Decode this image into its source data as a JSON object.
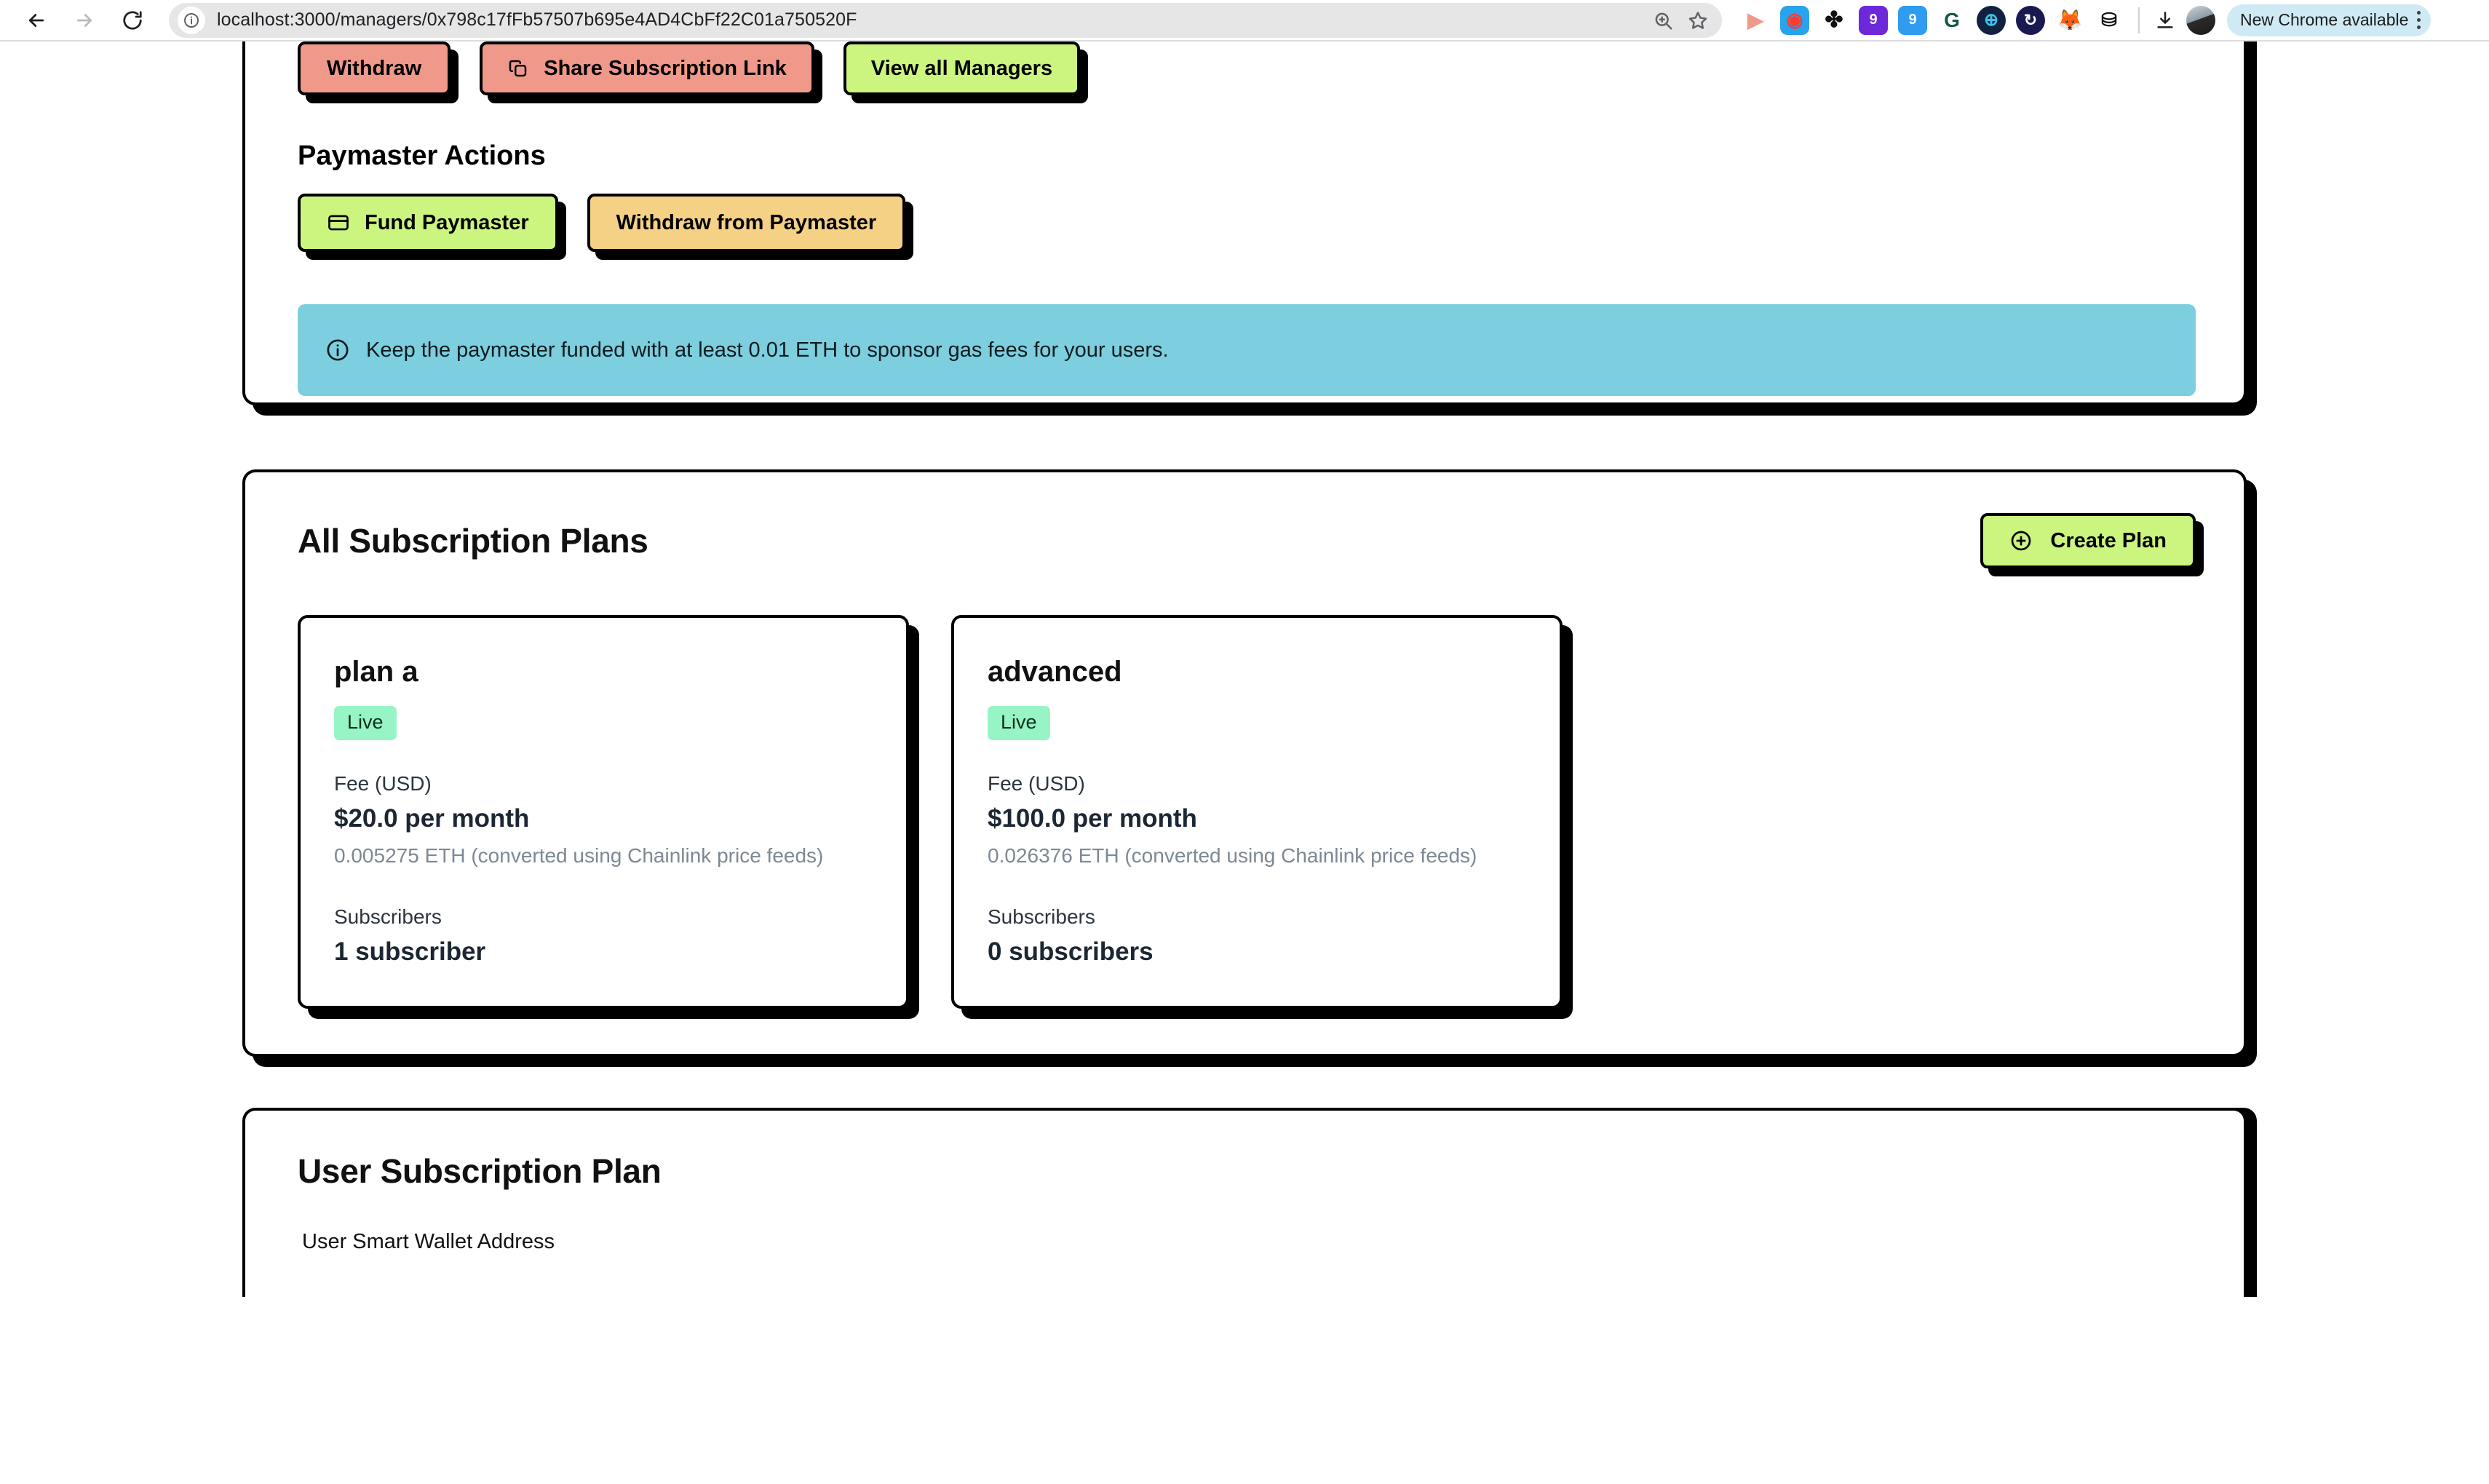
{
  "browser": {
    "back_icon": "back-arrow-icon",
    "forward_icon": "forward-arrow-icon",
    "reload_icon": "reload-icon",
    "site_info_icon": "site-info-icon",
    "url_scheme": "localhost:3000",
    "url_path": "/managers/0x798c17fFb57507b695e4AD4CbFf22C01a750520F",
    "url_full": "localhost:3000/managers/0x798c17fFb57507b695e4AD4CbFf22C01a750520F",
    "zoom_icon": "zoom-search-icon",
    "bookmark_icon": "bookmark-star-icon",
    "update_pill": "New Chrome available",
    "menu_icon": "kebab-menu-icon",
    "extensions": [
      {
        "name": "extension-icon-1",
        "glyph": "▶",
        "bg": "#ffffff",
        "fg": "#F0998B"
      },
      {
        "name": "extension-icon-2",
        "glyph": "◉",
        "bg": "#29A3EB",
        "fg": "#ffffff"
      },
      {
        "name": "extension-icon-3",
        "glyph": "✸",
        "bg": "#ffffff",
        "fg": "#111111"
      },
      {
        "name": "extension-icon-4",
        "glyph": "9",
        "bg": "#6D28D9",
        "fg": "#ffffff"
      },
      {
        "name": "extension-icon-5",
        "glyph": "9",
        "bg": "#2F9CF0",
        "fg": "#ffffff"
      },
      {
        "name": "extension-icon-grammarly",
        "glyph": "G",
        "bg": "#ffffff",
        "fg": "#15594A"
      },
      {
        "name": "extension-icon-7",
        "glyph": "⊕",
        "bg": "#10223F",
        "fg": "#39C6F0"
      },
      {
        "name": "extension-icon-8",
        "glyph": "↻",
        "bg": "#1B1A50",
        "fg": "#ffffff"
      },
      {
        "name": "extension-icon-metamask",
        "glyph": "◆",
        "bg": "#ffffff",
        "fg": "#E2761B"
      },
      {
        "name": "extension-icon-10",
        "glyph": "⚿",
        "bg": "#ffffff",
        "fg": "#111111"
      }
    ],
    "download_icon": "download-icon",
    "avatar_icon": "profile-avatar"
  },
  "manager_actions": {
    "withdraw_label": "Withdraw",
    "share_label": "Share Subscription Link",
    "share_icon": "copy-icon",
    "view_all_label": "View all Managers"
  },
  "paymaster": {
    "section_title": "Paymaster Actions",
    "fund_label": "Fund Paymaster",
    "fund_icon": "credit-card-icon",
    "withdraw_label": "Withdraw from Paymaster",
    "info_icon": "info-circle-icon",
    "info_text": "Keep the paymaster funded with at least 0.01 ETH to sponsor gas fees for your users."
  },
  "plans_section": {
    "title": "All Subscription Plans",
    "create_label": "Create Plan",
    "create_icon": "plus-circle-icon",
    "fee_label": "Fee (USD)",
    "subscribers_label": "Subscribers",
    "plans": [
      {
        "name": "plan a",
        "status": "Live",
        "fee_usd": "$20.0 per month",
        "fee_eth": "0.005275 ETH (converted using Chainlink price feeds)",
        "subscribers": "1 subscriber"
      },
      {
        "name": "advanced",
        "status": "Live",
        "fee_usd": "$100.0 per month",
        "fee_eth": "0.026376 ETH (converted using Chainlink price feeds)",
        "subscribers": "0 subscribers"
      }
    ]
  },
  "user_plan_section": {
    "title": "User Subscription Plan",
    "wallet_label": "User Smart Wallet Address"
  },
  "colors": {
    "accent_green": "#CCF57F",
    "accent_salmon": "#F0998B",
    "accent_orange": "#F5D186",
    "badge_mint": "#97F5C5",
    "info_blue": "#7DCEDE",
    "border_black": "#000000"
  }
}
